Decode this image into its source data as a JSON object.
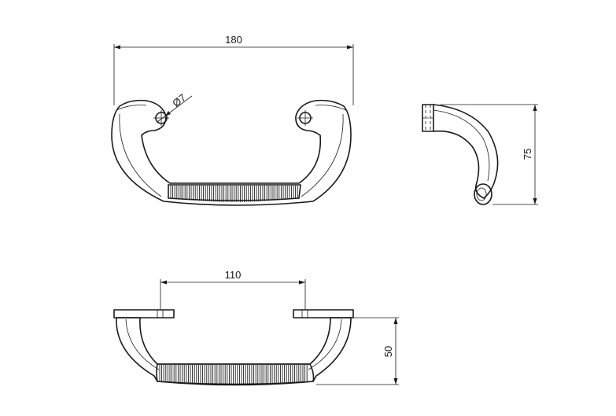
{
  "drawing": {
    "front_view": {
      "overall_width_label": "180",
      "hole_diameter_label": "Ø7"
    },
    "side_view": {
      "height_label": "75"
    },
    "top_view": {
      "hole_spacing_label": "110",
      "depth_label": "50"
    }
  }
}
